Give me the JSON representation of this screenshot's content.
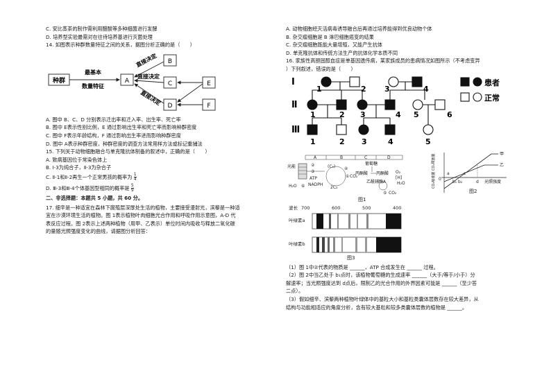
{
  "left": {
    "q13": {
      "c": "C. 安比蒸茶的制作需利用醋酸等多种细菌进行发酵",
      "d": "D. 培养型实验最需对在往待培养基进行灭菌处理"
    },
    "q14": {
      "stem": "14. 如图表示种群数量特征之间的关系，据图分析正确的是（　　）",
      "diagram": {
        "population": "种群",
        "arrow_label": "最基本\n数量特征",
        "a": "A",
        "b": "B",
        "c": "C",
        "d": "D",
        "e": "E",
        "f": "F",
        "direct1": "直接决定",
        "direct2": "直接决定",
        "direct3": "直接决定"
      },
      "options": [
        "A. 图中 B、C、D 分别表示迁出率和迁入率、出生率、死亡率",
        "B. 图中 E表示性别比例，E 通过影响出生率和死亡率而影响种群密度",
        "C. 图中 F表示年龄结构，F 通过影响出生率进而影响种群密度",
        "D. 图中 A表示种群密度，种群密度的调查方法常用样方法或标记重捕法"
      ]
    },
    "q15": {
      "stem": "15. 下列关于动物细胞融合与单克隆抗体制备的叙述中，正确的是（　　）",
      "options": [
        "A. 致病基因位于常染色体上",
        "B. Ⅰ-3为纯合子，Ⅱ-3为杂合子",
        "C. Ⅱ-1和Ⅱ-2再生一个正常男孩的概率为",
        "D. Ⅲ-3和Ⅲ-4个体基因型相同的概率是"
      ],
      "frac_c": {
        "num": "1",
        "den": "4"
      },
      "frac_d": {
        "num": "5",
        "den": "9"
      }
    },
    "part2": "二、非选择题：本题共 5 小题，共 60 分。",
    "q17": {
      "lines": [
        "17. 细辛是一种适宜在森林下腐殖层深厚处生活的植物，主要接受漫射光，滨藜是一种适",
        "宜在沙漠环境生活的植物。图 1表示植物叶肉细胞光合作用和呼吸作用示意图，A-D 代",
        "表反应过程。图 2表示上述两种植物（用甲、乙表示）单位时间内吸收与释放二氧化碳",
        "的量随光照强度变化的曲线，请据图分析回答："
      ]
    }
  },
  "right": {
    "q15_rest": [
      "A. 动物细胞经灭活病毒诱导融合后再通过培养能得到优良动物个体",
      "B. 杂交瘤细胞是 B 淋巴细胞癌变的结果",
      "C. 杂交瘤细胞既能大量增殖，又能产生抗体",
      "D. 单克隆抗体和传统方法生产的抗体化学本质不同"
    ],
    "q16": {
      "stem1": "16. 家族性高胆固醇血症是单基因遗传病，某家族成员的患病情况如图所示（不考虑变异",
      "stem2": "）下列叙述，错误的是（　　）",
      "gens": [
        "Ⅰ",
        "Ⅱ",
        "Ⅲ"
      ],
      "gen1_nums": [
        "1",
        "2",
        "3",
        "4"
      ],
      "gen2_nums": [
        "1",
        "2",
        "3",
        "4",
        "5",
        "6"
      ],
      "gen3_nums": [
        "1",
        "2",
        "3",
        "4",
        "5"
      ],
      "legend_affected": "患者",
      "legend_normal": "正常"
    },
    "fig1": {
      "caption": "图1",
      "sections": [
        "A",
        "B",
        "C",
        "D"
      ],
      "labels": {
        "light": "光能",
        "h2o": "H₂O",
        "o2_left": "⑥",
        "n2": "②",
        "n3": "③",
        "atp": "ATP",
        "nadph": "NADPH",
        "c5": "(C₅)",
        "c3": "2C₃",
        "n4": "④",
        "n1": "①",
        "co2": "CO₂",
        "glucose": "葡萄糖",
        "pyruvate1": "丙酮酸",
        "pyruvate2": "丙酮酸",
        "o2": "O₂",
        "acetyl": "乙酰辅酶A",
        "h2o_r": "H₂O",
        "co2_r": "CO₂",
        "n5": "⑤",
        "c_label": "[H]"
      }
    },
    "fig2": {
      "caption": "图2",
      "ylabel": "CO₂吸收量 CO₂释放量",
      "xlabel": "光照强度",
      "jia": "甲",
      "yi": "乙",
      "a": "a",
      "b1": "b₁",
      "b2": "b₂",
      "c": "c",
      "d": "d",
      "zero": "0"
    },
    "fig3": {
      "caption": "图3",
      "wl_label": "波长",
      "ticks": [
        "700",
        "600",
        "500",
        "400"
      ],
      "row_a": "叶绿素a",
      "row_b": "叶绿素b"
    },
    "q17_sub": {
      "s1": "（1）图 1中②代表的物质是 ______，ATP 合成发生在 ______ 过程。",
      "s2a": "（2）图 2中当乙处于 b₁点时，该植物葡萄糖的生成速率 ______（大于/等于/小于）分",
      "s2b": "解速率；当光照强度达到 d点后，限制乙的光合作用的外界因素可能是 ______（至少答",
      "s2c": "二点）。",
      "s3a": "（3）假如细辛、滨藜两种植物叶绿体中的基粒大小和基粒类囊体层数存在较大差异，从",
      "s3b": "结构与功能相适应的角度分析，含有较大基粒和较多类囊体层数的植物是 ______。"
    }
  }
}
